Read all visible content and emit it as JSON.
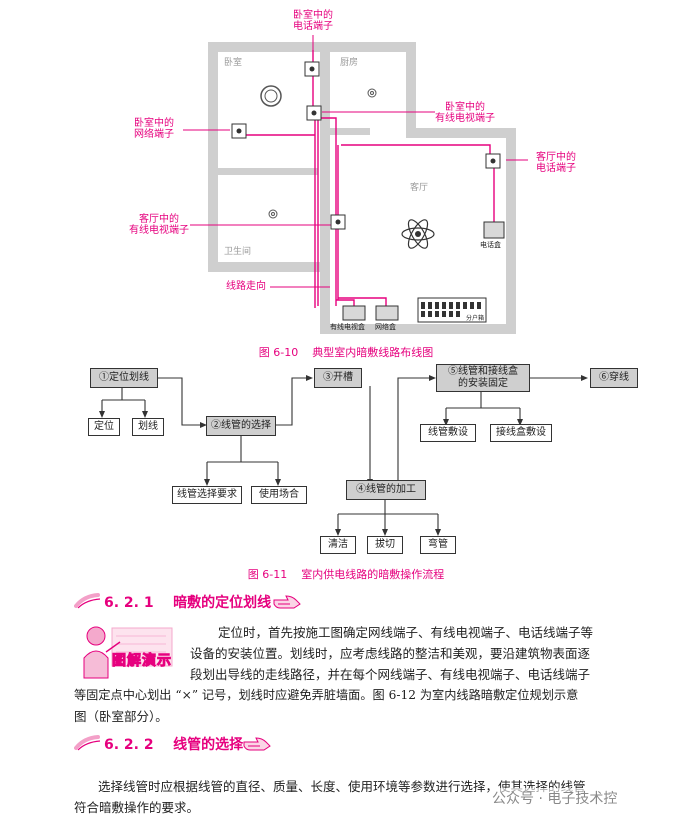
{
  "floorplan": {
    "rooms": {
      "bedroom": "卧室",
      "kitchen": "厨房",
      "living": "客厅",
      "bathroom": "卫生间"
    },
    "callouts": {
      "bedroom_phone": "卧室中的\n电话端子",
      "bedroom_network": "卧室中的\n网络端子",
      "bedroom_tv": "卧室中的\n有线电视端子",
      "living_phone": "客厅中的\n电话端子",
      "living_tv": "客厅中的\n有线电视端子",
      "wire_route": "线路走向"
    },
    "boxes": {
      "phone_box": "电话盒",
      "tv_box": "有线电视盒",
      "network_box": "网络盒",
      "panel": "分户箱"
    },
    "caption": "图 6-10    典型室内暗敷线路布线图"
  },
  "flow": {
    "steps": {
      "s1": "①定位划线",
      "s2": "②线管的选择",
      "s3": "③开槽",
      "s4": "④线管的加工",
      "s5": "⑤线管和接线盒\n的安装固定",
      "s6": "⑥穿线"
    },
    "subs": {
      "a": "定位",
      "b": "划线",
      "c": "线管选择要求",
      "d": "使用场合",
      "e": "清洁",
      "f": "拔切",
      "g": "弯管",
      "h": "线管敷设",
      "i": "接线盒敷设"
    },
    "caption": "图 6-11    室内供电线路的暗敷操作流程"
  },
  "section1": {
    "heading": "6. 2. 1    暗敷的定位划线",
    "badge": "图解演示",
    "lines": [
      "定位时，首先按施工图确定网线端子、有线电视端子、电话线端子等",
      "设备的安装位置。划线时，应考虑线路的整洁和美观，要沿建筑物表面逐",
      "段划出导线的走线路径，并在每个网线端子、有线电视端子、电话线端子",
      "等固定点中心划出 “×” 记号，划线时应避免弄脏墙面。图 6-12 为室内线路暗敷定位规划示意",
      "图（卧室部分）。"
    ]
  },
  "section2": {
    "heading": "6. 2. 2    线管的选择",
    "lines": [
      "选择线管时应根据线管的直径、质量、长度、使用环境等参数进行选择，使其选择的线管",
      "符合暗敷操作的要求。"
    ]
  },
  "watermark": "公众号 · 电子技术控"
}
